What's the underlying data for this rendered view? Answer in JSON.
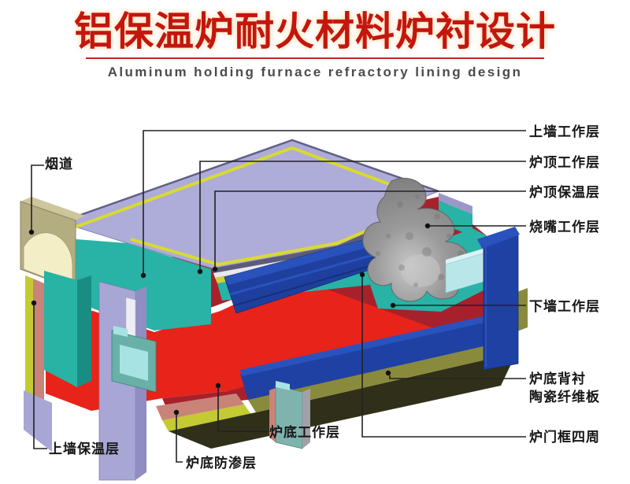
{
  "header": {
    "title": "铝保温炉耐火材料炉衬设计",
    "subtitle": "Aluminum holding furnace refractory lining design"
  },
  "labels": {
    "flue": "烟道",
    "upper_wall_work": "上墙工作层",
    "roof_work": "炉顶工作层",
    "roof_insulation": "炉顶保温层",
    "burner_work": "烧嘴工作层",
    "lower_wall_work": "下墙工作层",
    "bottom_backing_line1": "炉底背衬",
    "bottom_backing_line2": "陶瓷纤维板",
    "door_frame": "炉门框四周",
    "upper_wall_insulation": "上墙保温层",
    "bottom_seepage": "炉底防渗层",
    "bottom_work": "炉底工作层"
  },
  "colors": {
    "title_red": "#c3160f",
    "subtitle_gray": "#4b4b4b",
    "roof_lavender": "#aeacd8",
    "work_layer_teal": "#28b3a6",
    "interior_bright_red": "#e8231a",
    "lower_work_crimson": "#a7212c",
    "insulation_salmon": "#c98379",
    "seal_yellow_green": "#c3ca33",
    "backing_olive": "#8a8a3c",
    "frame_blue": "#1f41a3",
    "frame_blue_light": "#2a52bd",
    "burner_gray": "#909090",
    "flue_tan": "#b5ad82",
    "flue_arch_cream": "#f3eec6",
    "stripe_yellow": "#d9da30",
    "pointer_black": "#222222"
  }
}
